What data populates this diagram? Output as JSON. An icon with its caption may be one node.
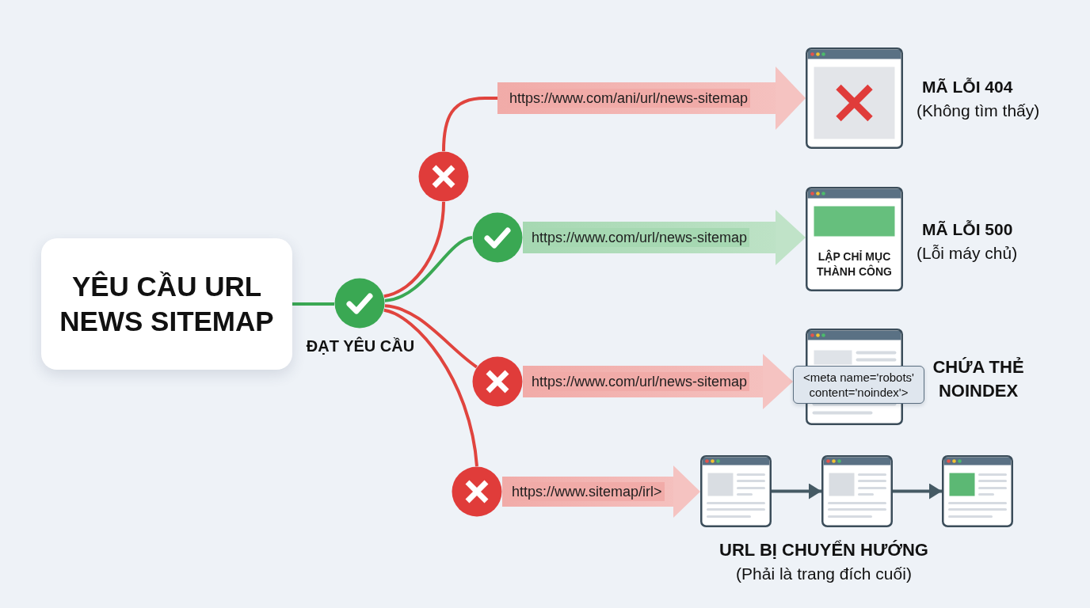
{
  "diagram": {
    "nodes": [
      {
        "text": [
          "YÊU CẦU URL NEWS SITEMAP"
        ]
      },
      {
        "text": [],
        "shape": "circle",
        "beside": [
          "ĐẠT YÊU CẦU"
        ]
      },
      {
        "text": [],
        "shape": "circle"
      },
      {
        "text": [],
        "shape": "circle"
      },
      {
        "text": [],
        "shape": "circle"
      },
      {
        "text": [],
        "shape": "circle"
      },
      {
        "text": [],
        "shape": "picture",
        "beside": [
          "MÃ LỖI 404",
          "(Không tìm thấy)"
        ]
      },
      {
        "text": [
          "LẬP CHỈ MỤC THÀNH CÔNG"
        ],
        "beside": [
          "MÃ LỖI 500",
          "(Lỗi máy chủ)"
        ]
      },
      {
        "text": [],
        "shape": "picture"
      },
      {
        "text": [
          "<meta name='robots' content='noindex'>"
        ],
        "beside": [
          "CHỨA THẺ NOINDEX"
        ]
      },
      {
        "text": [],
        "shape": "picture"
      },
      {
        "text": [],
        "shape": "picture"
      },
      {
        "text": [],
        "shape": "picture"
      }
    ],
    "edges": [
      {
        "from": 0,
        "to": 1,
        "arrow": "none",
        "color": "#3aa853"
      },
      {
        "from": 1,
        "to": 2,
        "arrow": "none"
      },
      {
        "from": 1,
        "to": 3,
        "arrow": "none",
        "color": "#3aa853"
      },
      {
        "from": 1,
        "to": 4,
        "arrow": "none"
      },
      {
        "from": 1,
        "to": 5,
        "arrow": "none"
      },
      {
        "from": 2,
        "to": 6,
        "arrow": "to",
        "style": "thick",
        "label": "https://www.com/ani/url/news-sitemap"
      },
      {
        "from": 3,
        "to": 7,
        "arrow": "to",
        "style": "thick",
        "color": "#3aa853",
        "label": "https://www.com/url/news-sitemap"
      },
      {
        "from": 4,
        "to": 9,
        "arrow": "to",
        "style": "thick",
        "label": "https://www.com/url/news-sitemap"
      },
      {
        "from": 5,
        "to": 10,
        "arrow": "to",
        "style": "thick",
        "label": "https://www.sitemap/irl>"
      },
      {
        "from": 10,
        "to": 11,
        "arrow": "to",
        "color": "#455a64"
      },
      {
        "from": 11,
        "to": 12,
        "arrow": "to",
        "color": "#455a64"
      }
    ],
    "labels": [
      "URL BỊ CHUYỂN HƯỚNG",
      "(Phải là trang đích cuối)"
    ]
  }
}
